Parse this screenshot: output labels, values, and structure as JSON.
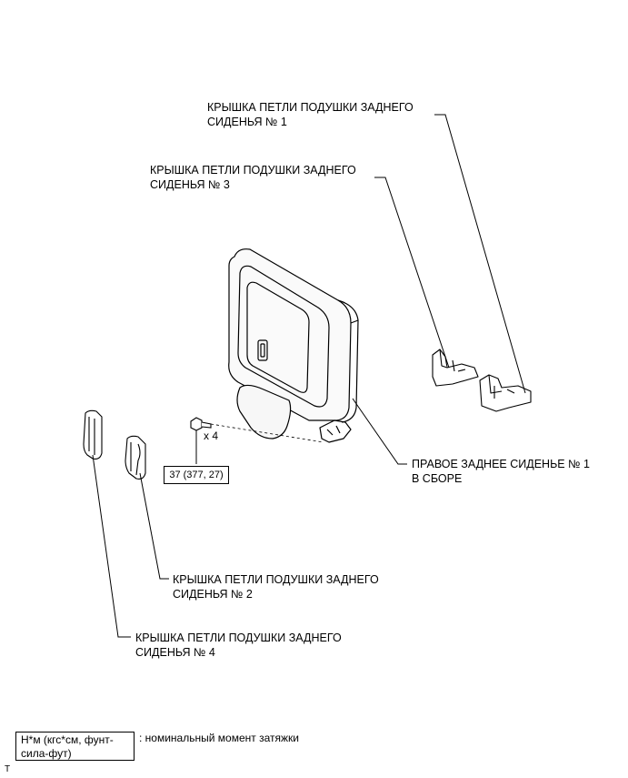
{
  "callouts": {
    "cover_no1": [
      "КРЫШКА ПЕТЛИ ПОДУШКИ ЗАДНЕГО",
      "СИДЕНЬЯ № 1"
    ],
    "cover_no3": [
      "КРЫШКА ПЕТЛИ ПОДУШКИ ЗАДНЕГО",
      "СИДЕНЬЯ № 3"
    ],
    "seat_assy": [
      "ПРАВОЕ ЗАДНЕЕ СИДЕНЬЕ № 1",
      "В СБОРЕ"
    ],
    "cover_no2": [
      "КРЫШКА ПЕТЛИ ПОДУШКИ ЗАДНЕГО",
      "СИДЕНЬЯ № 2"
    ],
    "cover_no4": [
      "КРЫШКА ПЕТЛИ ПОДУШКИ ЗАДНЕГО",
      "СИДЕНЬЯ № 4"
    ]
  },
  "bolt": {
    "quantity": "x 4",
    "torque": "37 (377, 27)"
  },
  "legend": {
    "box_line1": "Н*м (кгс*см, фунт-",
    "box_line2": "сила-фут)",
    "description": ": номинальный момент затяжки"
  },
  "corner_mark": "T"
}
